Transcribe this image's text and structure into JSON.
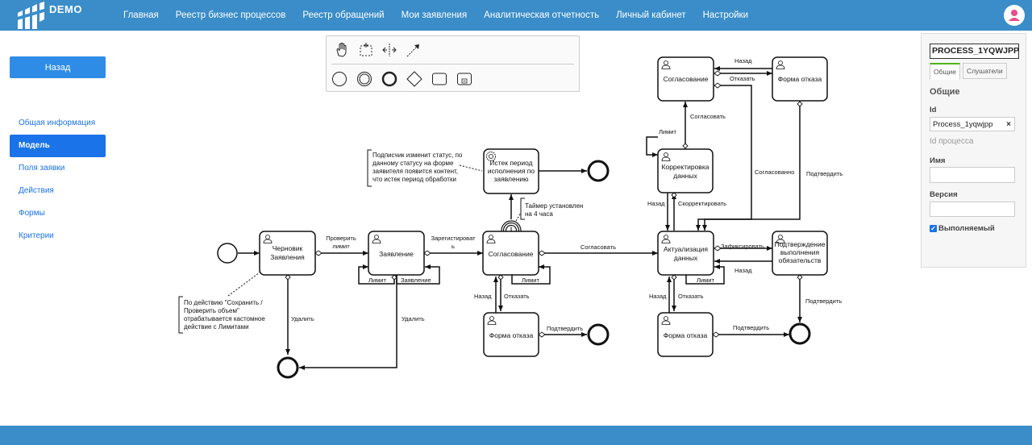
{
  "app": {
    "logo_text": "DEMO"
  },
  "nav": {
    "items": [
      "Главная",
      "Реестр бизнес процессов",
      "Реестр обращений",
      "Мои заявления",
      "Аналитическая отчетность",
      "Личный кабинет",
      "Настройки"
    ]
  },
  "sidebar": {
    "back_label": "Назад",
    "items": [
      "Общая информация",
      "Модель",
      "Поля заявки",
      "Действия",
      "Формы",
      "Критерии"
    ],
    "active_index": 1
  },
  "palette": {
    "tools": [
      "hand-tool-icon",
      "lasso-tool-icon",
      "space-tool-icon",
      "connect-tool-icon",
      "start-event-icon",
      "intermediate-event-icon",
      "end-event-icon",
      "gateway-icon",
      "task-icon",
      "subprocess-icon"
    ]
  },
  "diagram": {
    "tasks": {
      "draft": [
        "Черновик",
        "Заявления"
      ],
      "application": [
        "Заявление"
      ],
      "approval_main": [
        "Согласование"
      ],
      "expired": [
        "Истек период",
        "исполнения по",
        "заявлению"
      ],
      "refusal_1": [
        "Форма отказа"
      ],
      "approval_top": [
        "Согласование"
      ],
      "refusal_top": [
        "Форма отказа"
      ],
      "correction": [
        "Корректировка",
        "данных"
      ],
      "actualization": [
        "Актуализация",
        "данных"
      ],
      "confirm_obligations": [
        "Подтверждение",
        "выполнения",
        "обязательств"
      ],
      "refusal_2": [
        "Форма отказа"
      ]
    },
    "flow_labels": {
      "check_limit": [
        "Проверить",
        "лимит"
      ],
      "register": [
        "Зарегистироват",
        "ь"
      ],
      "agree": "Согласовать",
      "limit_1": "Лимит",
      "application_loop": "Заявление",
      "limit_2": "Лимит",
      "back_1": "Назад",
      "refuse_1": "Отказать",
      "confirm_1": "Подтвердить",
      "delete_1": "Удалить",
      "delete_2": "Удалить",
      "back_top": "Назад",
      "refuse_top": "Отказать",
      "agree_top": "Согласовать",
      "limit_top": "Лимит",
      "back_corr": "Назад",
      "correct": "Скорректировать",
      "approved": "Согласованно",
      "confirm_top": "Подтвердить",
      "fix": "Зафиксировать",
      "back_act": "Назад",
      "limit_act": "Лимит",
      "back_act2": "Назад",
      "refuse_act": "Отказать",
      "confirm_2": "Подтвердить",
      "confirm_3": "Подтвердить"
    },
    "annotations": {
      "subscriber": [
        "Подписчик изменит статус, по",
        "данному статусу на форме",
        "заявителя появится контент,",
        "что истек период обработки"
      ],
      "timer": [
        "Таймер установлен",
        "на 4 часа"
      ],
      "save_action": [
        "По действию \"Сохранить /",
        "Проверить объем\"",
        "отрабатывается кастомное",
        "действие с Лимитами"
      ]
    }
  },
  "properties": {
    "title": "PROCESS_1YQWJPP",
    "tabs": [
      "Общие",
      "Слушатели"
    ],
    "section": "Общие",
    "id_label": "Id",
    "id_value": "Process_1yqwjpp",
    "id_hint": "Id процесса",
    "name_label": "Имя",
    "name_value": "",
    "version_label": "Версия",
    "version_value": "",
    "executable_label": "Выполняемый",
    "executable_checked": true
  },
  "colors": {
    "header": "#3a8dc8",
    "accent": "#1a73e8",
    "button": "#2f8ce6",
    "avatar_icon": "#e84a8a"
  }
}
